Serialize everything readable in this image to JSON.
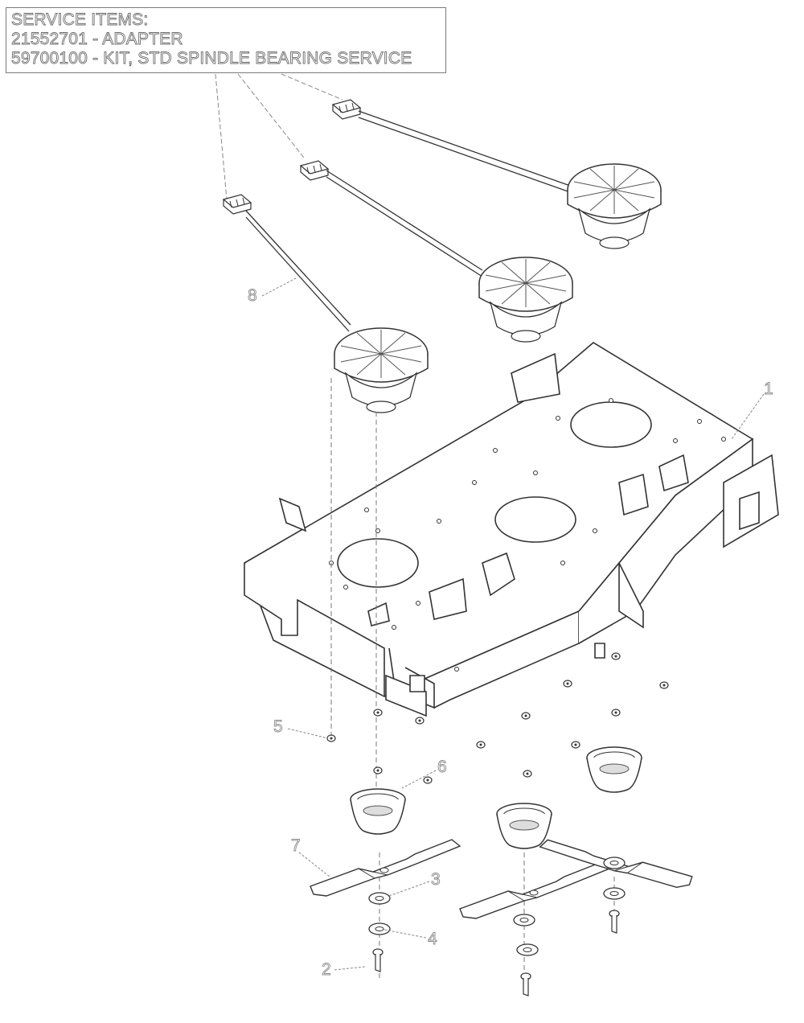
{
  "service_box": {
    "line1": "SERVICE ITEMS:",
    "line2": "21552701 - ADAPTER",
    "line3": "59700100 - KIT, STD SPINDLE BEARING SERVICE"
  },
  "callouts": [
    {
      "id": "1",
      "label": "1"
    },
    {
      "id": "2",
      "label": "2"
    },
    {
      "id": "3",
      "label": "3"
    },
    {
      "id": "4",
      "label": "4"
    },
    {
      "id": "5",
      "label": "5"
    },
    {
      "id": "6",
      "label": "6"
    },
    {
      "id": "7",
      "label": "7"
    },
    {
      "id": "8",
      "label": "8"
    }
  ],
  "colors": {
    "line": "#333333",
    "callout": "#8a8a8a"
  }
}
